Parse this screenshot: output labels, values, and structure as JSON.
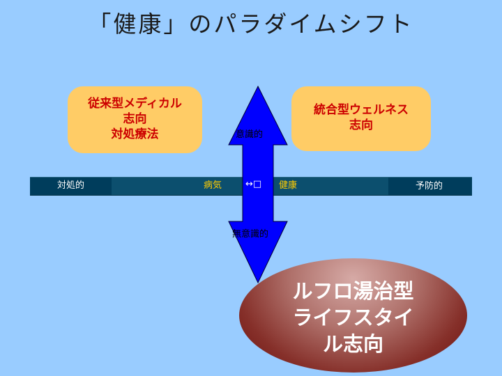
{
  "title": "「健康」のパラダイムシフト",
  "left_box": {
    "lines": [
      "従来型メディカル",
      "志向",
      "対処療法"
    ]
  },
  "right_box": {
    "lines": [
      "統合型ウェルネス",
      "志向"
    ]
  },
  "axis": {
    "left_end": "対処的",
    "illness": "病気",
    "center": "↔□",
    "health": "健康",
    "right_end": "予防的"
  },
  "arrow": {
    "top_label": "意識的",
    "bottom_label": "無意識的"
  },
  "oval": {
    "lines": [
      "ルフロ湯治型",
      "ライフスタイ",
      "ル志向"
    ]
  },
  "colors": {
    "background": "#99ccff",
    "box_fill": "#ffcc66",
    "box_text": "#cc0000",
    "band": "#0c4f6e",
    "arrow": "#0000ff",
    "oval_dark": "#6a0f0c"
  }
}
